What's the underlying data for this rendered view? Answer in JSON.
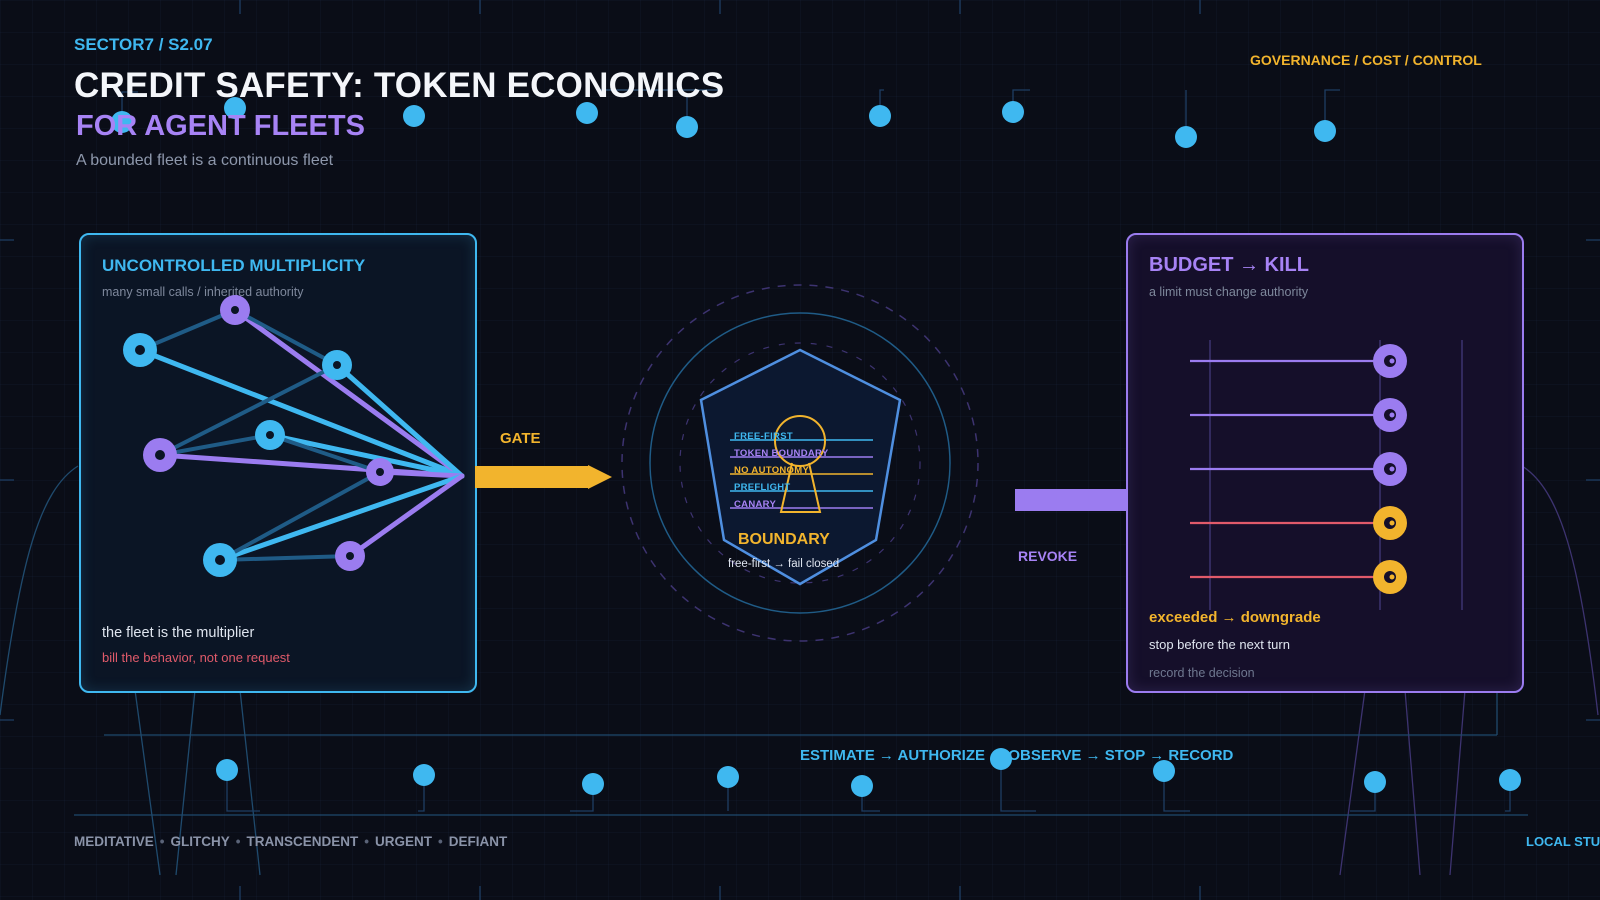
{
  "header": {
    "sector": "SECTOR7 / S2.07",
    "title_line1": "CREDIT SAFETY: TOKEN ECONOMICS",
    "title_line2": "FOR AGENT FLEETS",
    "subtitle": "A bounded fleet is a continuous fleet",
    "tag": "GOVERNANCE / COST / CONTROL"
  },
  "left_panel": {
    "title": "UNCONTROLLED MULTIPLICITY",
    "subtitle": "many small calls / inherited authority",
    "note_primary": "the fleet is the multiplier",
    "note_secondary": "bill the behavior, not one request"
  },
  "gate": {
    "label": "GATE"
  },
  "boundary": {
    "label": "BOUNDARY",
    "sublabel": "free-first → fail closed",
    "rules": [
      "FREE-FIRST",
      "TOKEN BOUNDARY",
      "NO AUTONOMY",
      "PREFLIGHT",
      "CANARY"
    ]
  },
  "revoke": {
    "label": "REVOKE"
  },
  "right_panel": {
    "title": "BUDGET → KILL",
    "subtitle": "a limit must change authority",
    "note_primary": "exceeded → downgrade",
    "note_secondary": "stop before the next turn",
    "note_tertiary": "record the decision"
  },
  "pipeline": "ESTIMATE → AUTHORIZE → OBSERVE → STOP → RECORD",
  "footer": {
    "moods": [
      "MEDITATIVE",
      "GLITCHY",
      "TRANSCENDENT",
      "URGENT",
      "DEFIANT"
    ],
    "local": "LOCAL STUD"
  },
  "colors": {
    "cyan": "#3fb8f0",
    "violet": "#a783f5",
    "amber": "#f2b42d",
    "red": "#e05a6a",
    "background": "#0a0d17"
  }
}
